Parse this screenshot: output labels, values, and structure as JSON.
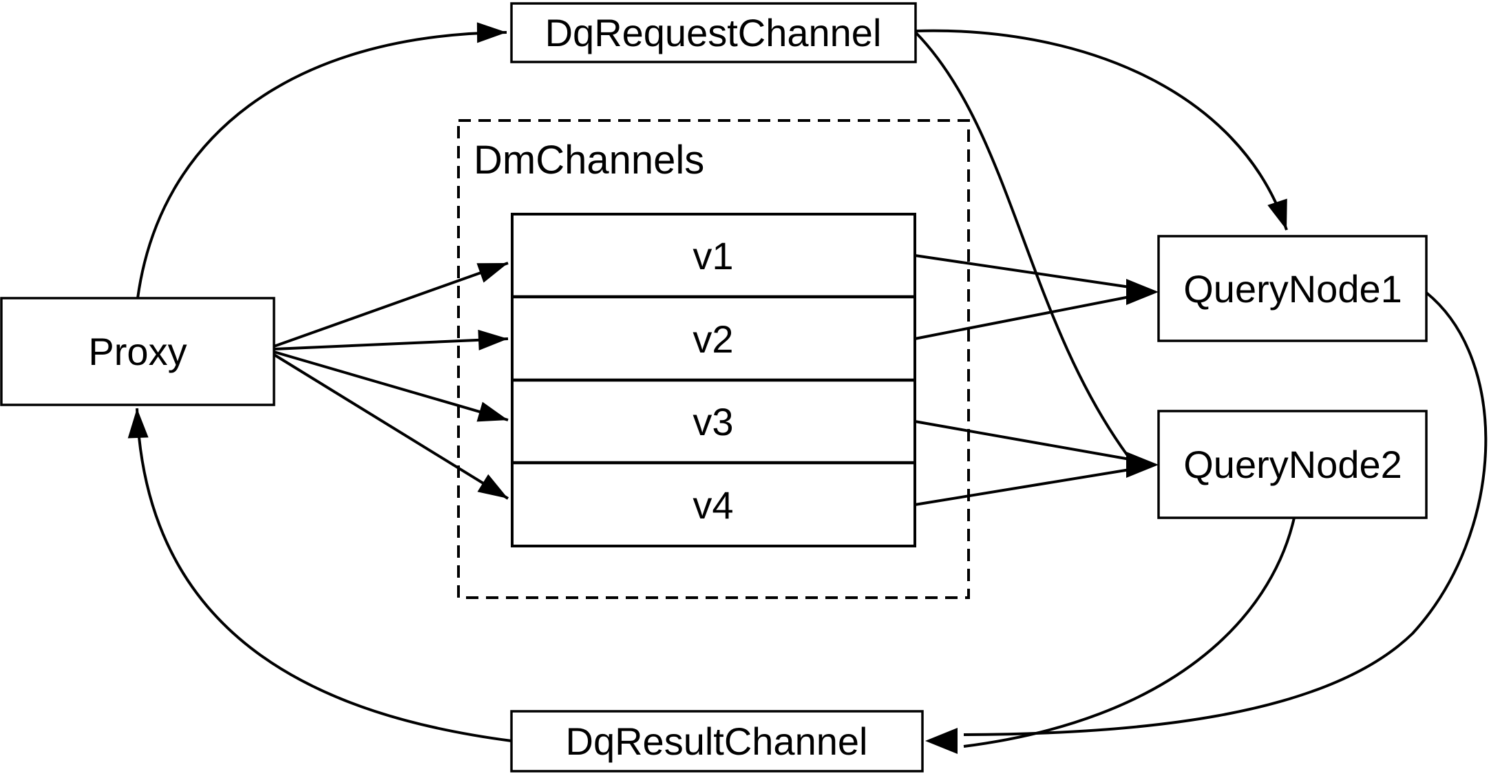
{
  "diagram": {
    "background_color": "#ffffff",
    "line_color": "#000000",
    "nodes": {
      "dq_request_channel": {
        "label": "DqRequestChannel"
      },
      "dm_channels_group": {
        "label": "DmChannels"
      },
      "proxy": {
        "label": "Proxy"
      },
      "query_node_1": {
        "label": "QueryNode1"
      },
      "query_node_2": {
        "label": "QueryNode2"
      },
      "dq_result_channel": {
        "label": "DqResultChannel"
      }
    },
    "dm_channels": [
      {
        "label": "v1"
      },
      {
        "label": "v2"
      },
      {
        "label": "v3"
      },
      {
        "label": "v4"
      }
    ],
    "edges": [
      {
        "from": "Proxy",
        "to": "DqRequestChannel"
      },
      {
        "from": "DqRequestChannel",
        "to": "QueryNode1"
      },
      {
        "from": "DqRequestChannel",
        "to": "QueryNode2"
      },
      {
        "from": "Proxy",
        "to": "v1"
      },
      {
        "from": "Proxy",
        "to": "v2"
      },
      {
        "from": "Proxy",
        "to": "v3"
      },
      {
        "from": "Proxy",
        "to": "v4"
      },
      {
        "from": "v1",
        "to": "QueryNode1"
      },
      {
        "from": "v2",
        "to": "QueryNode1"
      },
      {
        "from": "v3",
        "to": "QueryNode2"
      },
      {
        "from": "v4",
        "to": "QueryNode2"
      },
      {
        "from": "QueryNode1",
        "to": "DqResultChannel"
      },
      {
        "from": "QueryNode2",
        "to": "DqResultChannel"
      },
      {
        "from": "DqResultChannel",
        "to": "Proxy"
      }
    ]
  }
}
